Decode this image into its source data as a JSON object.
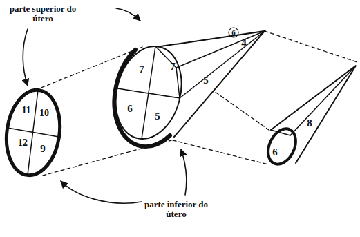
{
  "diagram": {
    "labels": [
      "parte superior do útero",
      "11",
      "10",
      "12",
      "9",
      "7",
      "6",
      "5",
      "7",
      "5",
      "6",
      "4",
      "8",
      "6",
      "parte inferior do útero"
    ]
  }
}
